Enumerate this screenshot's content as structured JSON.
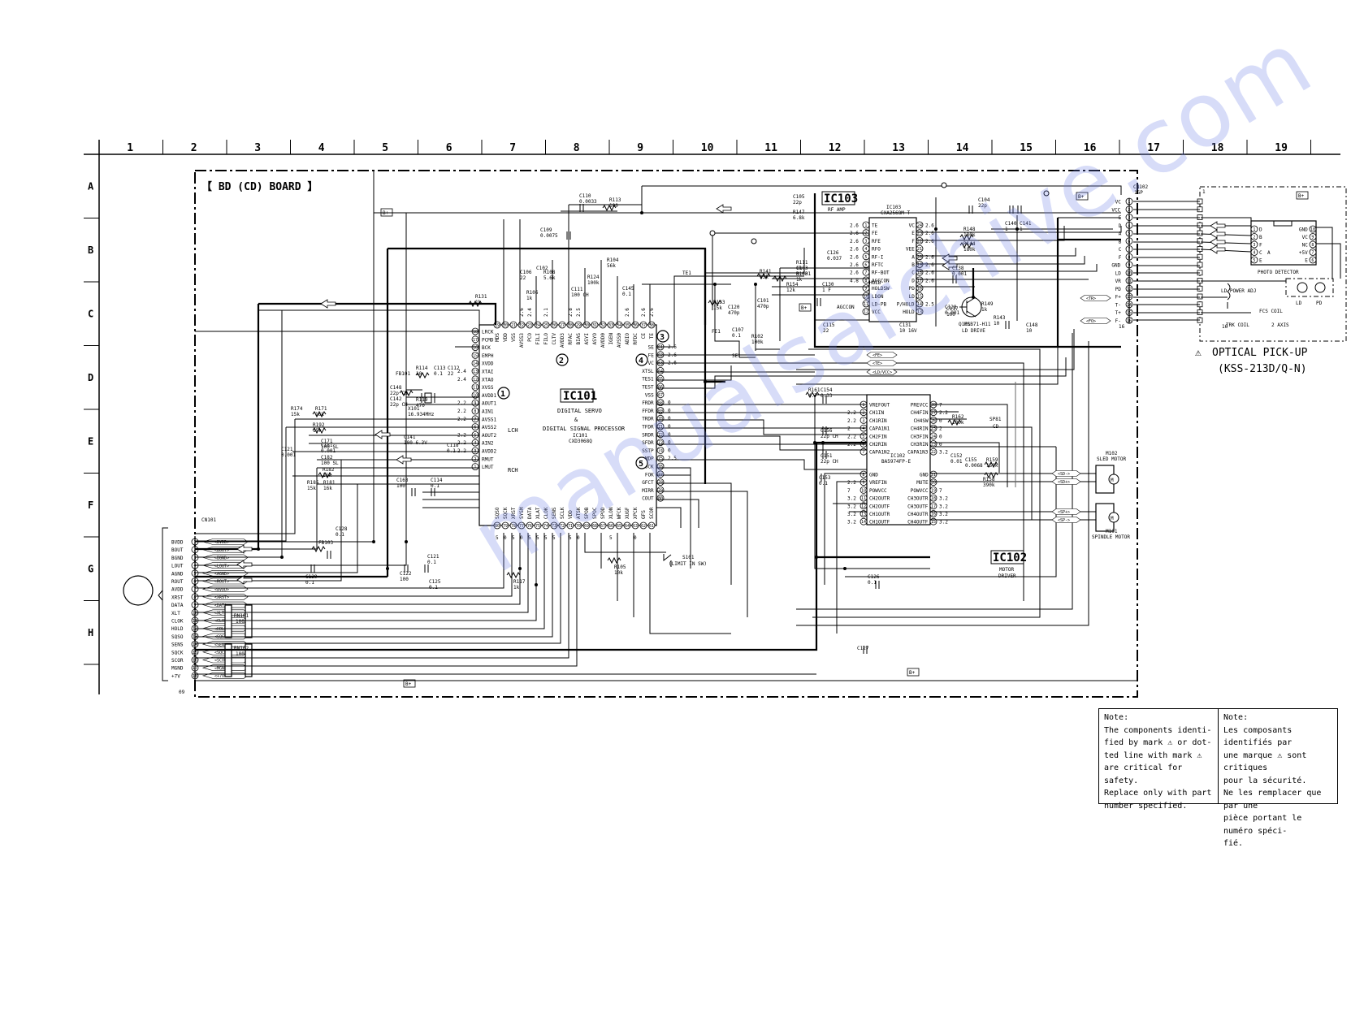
{
  "grid_columns": [
    "1",
    "2",
    "3",
    "4",
    "5",
    "6",
    "7",
    "8",
    "9",
    "10",
    "11",
    "12",
    "13",
    "14",
    "15",
    "16",
    "17",
    "18",
    "19"
  ],
  "grid_rows": [
    "A",
    "B",
    "C",
    "D",
    "E",
    "F",
    "G",
    "H"
  ],
  "board_title": "【 BD (CD) BOARD 】",
  "ic101": {
    "ref": "IC101",
    "desc1": "DIGITAL SERVO",
    "desc2": "&",
    "desc3": "DIGITAL SIGNAL PROCESSOR",
    "part_ref": "IC101",
    "part_no": "CXD3068Q",
    "lch": "LCH",
    "rch": "RCH",
    "left_pins": [
      "LRCK",
      "PCMD",
      "BCK",
      "EMPH",
      "XVDD",
      "XTAI",
      "XTAO",
      "XVSS",
      "AVDD1",
      "AOUT1",
      "AIN1",
      "AVSS1",
      "AVSS2",
      "AOUT2",
      "AIN2",
      "AVDD2",
      "RMUT",
      "LMUT"
    ],
    "right_pins": [
      "SE",
      "FE",
      "VC",
      "XTSL",
      "TES1",
      "TEST",
      "VSS",
      "FRDR",
      "FFDR",
      "TRDR",
      "TFDR",
      "SRDR",
      "SFDR",
      "SSTP",
      "MDP",
      "LOCK",
      "FOK",
      "GFCT",
      "MIRR",
      "COUT"
    ],
    "top_pins": [
      "MDS",
      "VDD",
      "VSS",
      "AVSS3",
      "PCO",
      "FILI",
      "FILO",
      "CLTV",
      "AVDD3",
      "RFAC",
      "BIAS",
      "ASYI",
      "ASYO",
      "AVDD0",
      "IGEN",
      "AVSS0",
      "ADIO",
      "RFDC",
      "CE",
      "TE"
    ],
    "bottom_pins": [
      "SQSO",
      "SQCK",
      "XRST",
      "SYSM",
      "DATA",
      "XLAT",
      "CLOK",
      "SENS",
      "SCLK",
      "VDD",
      "ATSK",
      "SPOB",
      "SPOC",
      "SPOD",
      "XLON",
      "WFCK",
      "XUGF",
      "XPCK",
      "GFS",
      "SCOR"
    ]
  },
  "ic103": {
    "ref": "IC103",
    "desc": "RF AMP",
    "part": "IC103",
    "part_no": "CXA2568M-T",
    "left_pins": [
      "TE",
      "FE",
      "RFE",
      "RFO",
      "RF-I",
      "RFTC",
      "RF-BOT",
      "AGCCON",
      "HOLDSW",
      "LDON",
      "LD-PB",
      "VCC"
    ],
    "right_pins": [
      "VC",
      "E",
      "F",
      "VEE",
      "A",
      "B",
      "C",
      "D",
      "PD",
      "LD",
      "P/HOLD",
      "HOLD"
    ],
    "left_volts": [
      "2.6",
      "2.6",
      "2.6",
      "2.6",
      "2.6",
      "2.6",
      "2.6",
      "4.8",
      "",
      "",
      "",
      ""
    ],
    "right_volts": [
      "2.6",
      "2.6",
      "2.6",
      "",
      "2.6",
      "2.6",
      "2.6",
      "2.6",
      "",
      "",
      "2.5",
      ""
    ],
    "agccon": "AGCCON"
  },
  "ic102": {
    "ref": "IC102",
    "desc1": "MOTOR",
    "desc2": "DRIVER",
    "part": "IC102",
    "part_no": "BA5974FP-E",
    "left_pins": [
      "VREFOUT",
      "CH1IN",
      "CH1RIN",
      "CAPA1N1",
      "CH2FIN",
      "CH2RIN",
      "CAPA1N2",
      "GND",
      "VREFIN",
      "POWVCC",
      "CH2OUTR",
      "CH2OUTF",
      "CH1OUTR",
      "CH1OUTF"
    ],
    "right_pins": [
      "PREVCC",
      "CH4FIN",
      "CH4SW",
      "CH4RIN",
      "CH3FIN",
      "CH3RIN",
      "CAPA1N3",
      "GND",
      "MUTE",
      "POWVCC",
      "CH3OUTR",
      "CH3OUTF",
      "CH4OUTR",
      "CH4OUTF"
    ],
    "left_volts": [
      "",
      "2.2",
      "2.2",
      "2",
      "2.2",
      "2.2",
      "",
      "",
      "2.2",
      "7",
      "3.2",
      "3.2",
      "3.2",
      "3.2"
    ],
    "right_volts": [
      "7",
      "2.2",
      "0",
      "2",
      "0",
      "0",
      "3.2",
      "",
      "",
      "7",
      "3.2",
      "3.2",
      "3.2",
      "3.2"
    ]
  },
  "cn101": {
    "ref": "CN101",
    "pins": [
      "BVDD",
      "BOUT",
      "BGND",
      "LOUT",
      "AGND",
      "ROUT",
      "AVDD",
      "XRST",
      "DATA",
      "XLT",
      "CLOK",
      "HOLD",
      "SQSO",
      "SENS",
      "SQCK",
      "SCOR",
      "MGND",
      "+7V"
    ],
    "signals": [
      "BVDD",
      "BOUT",
      "BGND",
      "LOUT",
      "AGND",
      "ROUT",
      "AVDD",
      "XRST",
      "DATA",
      "XLT",
      "CLOK",
      "HOLD",
      "SQSO",
      "SENS",
      "SQCK",
      "SCOR",
      "MGND",
      "+7V"
    ],
    "end_label": "09"
  },
  "cn102": {
    "ref": "CN102",
    "sub": "16P",
    "pins": [
      "VC",
      "VCC",
      "E",
      "D",
      "A",
      "B",
      "C",
      "F",
      "GND",
      "LD",
      "VR",
      "PD",
      "F+",
      "T-",
      "T+",
      "F-"
    ],
    "end_label": "16"
  },
  "pickup": {
    "warning": "OPTICAL PICK-UP",
    "model": "(KSS-213D/Q-N)",
    "photo_detector": "PHOTO DETECTOR",
    "ld_power_adj": "LD POWER ADJ",
    "fcs_coil": "FCS COIL",
    "trk_coil": "TRK COIL",
    "axis": "2 AXIS",
    "ld": "LD",
    "pd": "PD",
    "left_pins": [
      "D",
      "B",
      "F",
      "C",
      "E"
    ],
    "right_pins": [
      "GND",
      "VC",
      "NC",
      "+5V",
      "E"
    ],
    "mid_pins": [
      "A"
    ],
    "pin1": "1",
    "pin16": "16"
  },
  "motors": {
    "sled": [
      "M102",
      "SLED MOTOR"
    ],
    "spindle": [
      "M101",
      "SPINDLE MOTOR"
    ],
    "sled_signals": [
      "SD-",
      "SD+"
    ],
    "spindle_signals": [
      "SP+",
      "SP-"
    ]
  },
  "switch": {
    "ref": "S101",
    "desc": "(LIMIT IN SW)"
  },
  "transistor": {
    "ref": "Q101",
    "part": "MSB71-H11",
    "desc": "LD DRIVE"
  },
  "components": {
    "c110": "C110",
    "c110v": "0.0033",
    "r113": "R113",
    "r113v": "100",
    "c109": "C109",
    "c109v": "0.0075",
    "c122b": "C102",
    "r106": "R106",
    "r106v": "1k",
    "c106": "C106",
    "c106v": "22",
    "r108": "R108",
    "r108v": "5.6k",
    "c111": "C111",
    "c111v": "100 CH",
    "r124": "R124",
    "r124v": "100k",
    "r104": "R104",
    "r104v": "56k",
    "c145": "C145",
    "c145v": "0.1",
    "r131": "R131",
    "r131v": "1k",
    "te1": "TE1",
    "r141": "R141",
    "r141v": "15k",
    "c101": "C101",
    "c101v": "470p",
    "r133": "R133",
    "r133v": "15k",
    "c120": "C120",
    "c120v": "470p",
    "c107": "C107",
    "c107v": "0.1",
    "r102": "R102",
    "r102v": "100k",
    "se1": "SE1",
    "fe1": "FE1",
    "c128": "C128",
    "c128v": "0.001",
    "c127v": "C127",
    "c105": "C105",
    "c105v": "22p",
    "r147": "R147",
    "r147v": "6.8k",
    "r111": "R111",
    "r111v": "1k",
    "c103": "C103",
    "c103v": "0.001",
    "r103": "R103",
    "r103v": "1k",
    "r154": "R154",
    "r154v": "12k",
    "c130": "C130",
    "c130v": "1 F",
    "c126": "C126",
    "c126v": "0.037",
    "c115": "C115",
    "c115v": "22",
    "c131": "C131",
    "c131v": "10 16V",
    "c117": "C117",
    "c117v": "100",
    "c104": "C104",
    "c104v": "22p",
    "r148": "R148",
    "r148v": "180k",
    "r144": "R144",
    "r144v": "180k",
    "c140": "C140",
    "c140v": "1",
    "c141": "C141",
    "c141v": "1",
    "c138": "C138",
    "c138v": "0.001",
    "r149": "R149",
    "r149v": "1k",
    "r143": "R143",
    "r143v": "10",
    "c148": "C148",
    "c148v": "10",
    "hold": "HOLD",
    "fb101": "FB101",
    "r114": "R114",
    "r114v": "10",
    "c112": "C112",
    "c112v": "22",
    "c113": "C113",
    "c113v": "0.1",
    "c148b": "C148",
    "c148bv": "22p CH",
    "c142": "C142",
    "c142v": "22p CH",
    "x101": "X101",
    "x101v": "16.934MHz",
    "r119": "R119",
    "r119v": "470",
    "r174": "R174",
    "r174v": "15k",
    "r171": "R171",
    "r171v": "16k",
    "r192": "R192",
    "r192v": "15k",
    "c171": "C171",
    "c171v": "100 SL",
    "c121": "C121",
    "c121v": "0.001",
    "c181": "C181",
    "c181v": "0.001",
    "c182": "C182",
    "c182v": "100 SL",
    "r182": "R182",
    "r182v": "16k",
    "r185": "R185",
    "r185v": "15k",
    "r181": "R181",
    "r181v": "16k",
    "c141b": "C141",
    "c141bv": "100 6.3V",
    "c118": "C118",
    "c118v": "0.1",
    "c163": "C163",
    "c163v": "100",
    "c114": "C114",
    "c114v": "0.1",
    "c128b": "C128",
    "c128bv": "0.1",
    "fb103": "FB103",
    "c129": "C129",
    "c129v": "0.1",
    "c122": "C122",
    "c122v": "100",
    "c121b": "C121",
    "c121bv": "0.1",
    "c125": "C125",
    "c125v": "0.1",
    "r117": "R117",
    "r117v": "1k",
    "r105": "R105",
    "r105v": "10k",
    "rn101": "RN101",
    "rn101v": "100",
    "rn102": "RN102",
    "rn102v": "100",
    "r161": "R161",
    "r161v": "4.7",
    "c154": "C154",
    "c154v": "0.33",
    "c156": "C156",
    "c156v": "22p CH",
    "c151": "C151",
    "c151v": "22p CH",
    "c153": "C153",
    "c153v": "0.1",
    "r162": "R162",
    "r162v": "100k",
    "sp81": "SP81",
    "cd": "CD",
    "c152": "C152",
    "c152v": "0.01",
    "r159": "R159",
    "r159v": "150k",
    "r158": "R158",
    "r158v": "390k",
    "c155": "C155",
    "c155v": "0.0068",
    "c126b": "C126",
    "c126bv": "0.1"
  },
  "markers": [
    "1",
    "2",
    "3",
    "4",
    "5"
  ],
  "b_plus": "B+",
  "signals": {
    "fe": "FE",
    "te": "TE",
    "se": "SE",
    "tf": "TF",
    "ldon": "LD/VCC",
    "fo": "FO",
    "tr": "TR"
  },
  "notes": {
    "en_title": "Note:",
    "en_lines": [
      "The components identi-",
      "fied by mark ⚠ or dot-",
      "ted line with mark ⚠",
      "are critical for safety.",
      "Replace only with part",
      "number specified."
    ],
    "fr_title": "Note:",
    "fr_lines": [
      "Les composants identifiés par",
      "une marque ⚠ sont critiques",
      "pour la sécurité.",
      "Ne les remplacer que par une",
      "pièce portant le numéro spéci-",
      "fié."
    ]
  },
  "watermark": "manualsarchive.com"
}
